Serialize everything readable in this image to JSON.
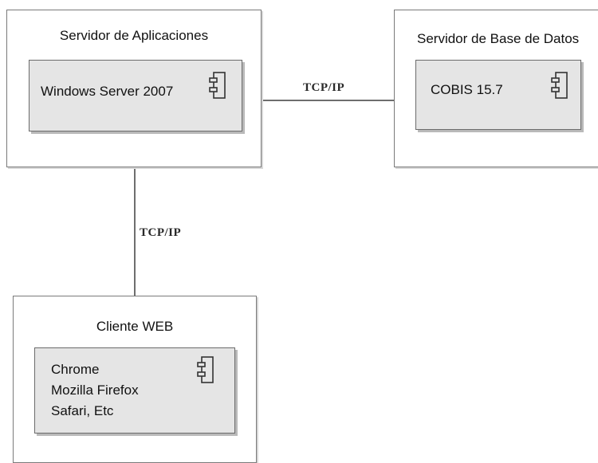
{
  "nodes": {
    "app_server": {
      "title": "Servidor de Aplicaciones",
      "component": [
        "Windows Server 2007"
      ]
    },
    "db_server": {
      "title": "Servidor de Base de Datos",
      "component": [
        "COBIS 15.7"
      ]
    },
    "web_client": {
      "title": "Cliente WEB",
      "component": [
        "Chrome",
        "Mozilla Firefox",
        "Safari, Etc"
      ]
    }
  },
  "connections": [
    {
      "from": "Servidor de Aplicaciones",
      "to": "Servidor de Base de Datos",
      "label": "TCP/IP"
    },
    {
      "from": "Servidor de Aplicaciones",
      "to": "Cliente WEB",
      "label": "TCP/IP"
    }
  ],
  "icons": {
    "component_icon": "uml-component-icon"
  }
}
